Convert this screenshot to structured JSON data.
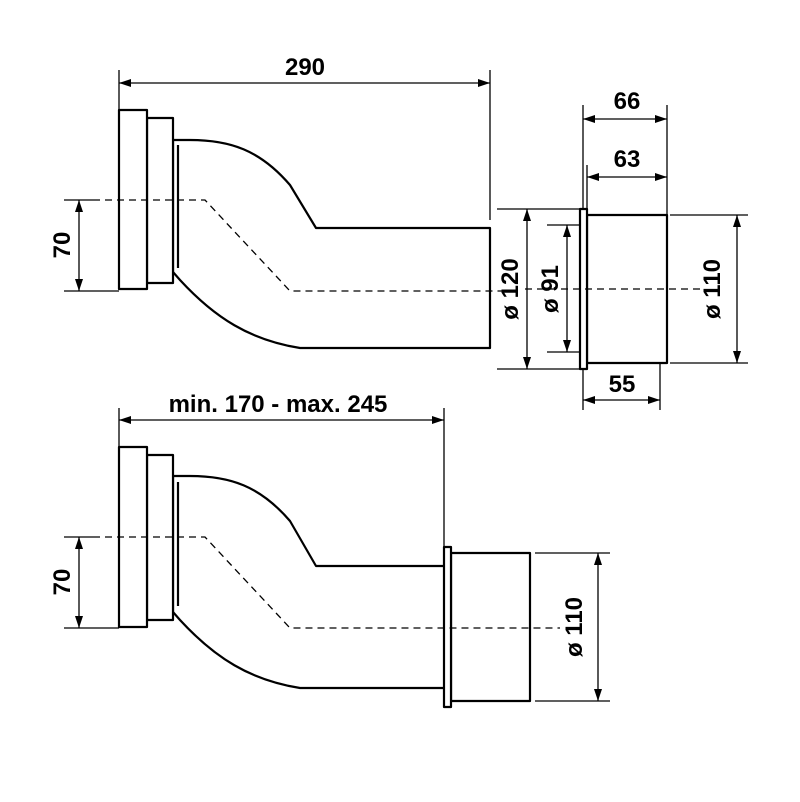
{
  "dimensions": {
    "top_length": "290",
    "top_offset": "70",
    "d_120": "ø 120",
    "d_91": "ø 91",
    "d_110_sleeve": "ø 110",
    "sleeve_66": "66",
    "sleeve_63": "63",
    "sleeve_55": "55",
    "bottom_length": "min. 170 - max. 245",
    "bottom_offset": "70",
    "bottom_d_110": "ø 110"
  },
  "colors": {
    "line": "#000000",
    "background": "#ffffff"
  }
}
